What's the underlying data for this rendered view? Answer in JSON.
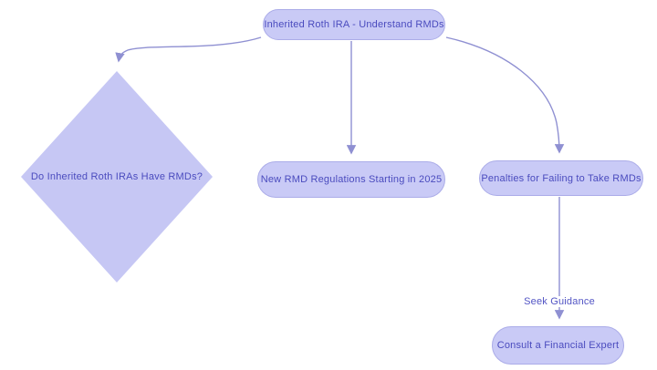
{
  "diagram": {
    "type": "flowchart",
    "nodes": {
      "root": {
        "label": "Inherited Roth IRA - Understand RMDs",
        "shape": "stadium"
      },
      "decision": {
        "label": "Do Inherited Roth IRAs Have RMDs?",
        "shape": "diamond"
      },
      "regulations": {
        "label": "New RMD Regulations Starting in 2025",
        "shape": "stadium"
      },
      "penalties": {
        "label": "Penalties for Failing to Take RMDs",
        "shape": "stadium"
      },
      "consult": {
        "label": "Consult a Financial Expert",
        "shape": "stadium"
      }
    },
    "edges": [
      {
        "from": "root",
        "to": "decision",
        "label": ""
      },
      {
        "from": "root",
        "to": "regulations",
        "label": ""
      },
      {
        "from": "root",
        "to": "penalties",
        "label": ""
      },
      {
        "from": "penalties",
        "to": "consult",
        "label": "Seek Guidance"
      }
    ],
    "edge_label": "Seek Guidance",
    "colors": {
      "node_fill": "#c9caf6",
      "node_border": "#abace8",
      "node_text": "#4a4bbe",
      "edge_stroke": "#8f90d2",
      "edge_label_text": "#5254c4",
      "background": "#ffffff"
    }
  }
}
